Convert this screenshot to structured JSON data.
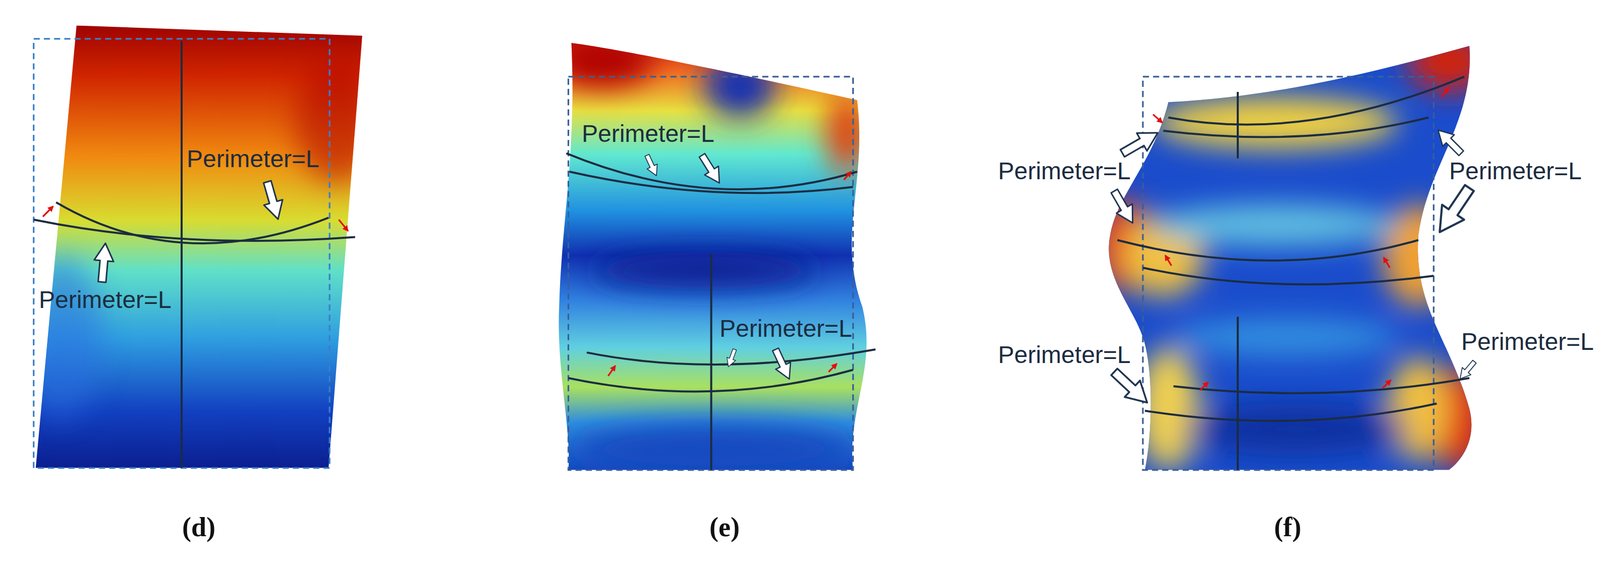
{
  "diagram": {
    "labels": [
      "Perimeter=L",
      "Perimeter=L",
      "Perimeter=L",
      "Perimeter=L",
      "Perimeter=L",
      "Perimeter=L",
      "Perimeter=L",
      "Perimeter=L",
      "(d)",
      "(e)",
      "(f)"
    ]
  }
}
